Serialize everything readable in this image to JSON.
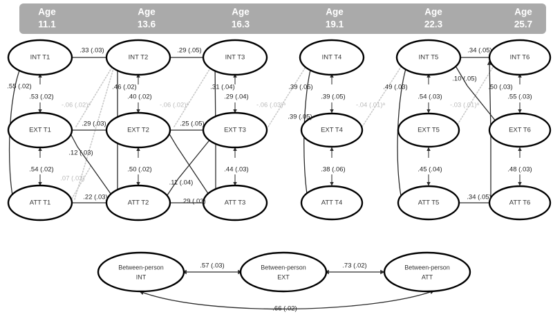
{
  "figure": {
    "type": "path-diagram",
    "title": "Random-intercept cross-lagged panel model",
    "colors": {
      "age_band_bg": "#aaaaaa",
      "age_band_text": "#ffffff",
      "node_stroke": "#000000",
      "node_fill": "#ffffff",
      "path_solid": "#2b2b2b",
      "path_nonsignificant": "#c8c8c8",
      "coefficient_text": "#222222",
      "coefficient_ns_text": "#bbbbbb"
    }
  },
  "age_band": {
    "label_prefix": "Age",
    "waves": [
      {
        "wave": "T1",
        "age": "11.1"
      },
      {
        "wave": "T2",
        "age": "13.6"
      },
      {
        "wave": "T3",
        "age": "16.3"
      },
      {
        "wave": "T4",
        "age": "19.1"
      },
      {
        "wave": "T5",
        "age": "22.3"
      },
      {
        "wave": "T6",
        "age": "25.7"
      }
    ]
  },
  "within_person_nodes": [
    {
      "id": "int-t1",
      "label": "INT T1",
      "construct": "INT",
      "wave": "T1"
    },
    {
      "id": "int-t2",
      "label": "INT T2",
      "construct": "INT",
      "wave": "T2"
    },
    {
      "id": "int-t3",
      "label": "INT T3",
      "construct": "INT",
      "wave": "T3"
    },
    {
      "id": "int-t4",
      "label": "INT T4",
      "construct": "INT",
      "wave": "T4"
    },
    {
      "id": "int-t5",
      "label": "INT T5",
      "construct": "INT",
      "wave": "T5"
    },
    {
      "id": "int-t6",
      "label": "INT T6",
      "construct": "INT",
      "wave": "T6"
    },
    {
      "id": "ext-t1",
      "label": "EXT T1",
      "construct": "EXT",
      "wave": "T1"
    },
    {
      "id": "ext-t2",
      "label": "EXT T2",
      "construct": "EXT",
      "wave": "T2"
    },
    {
      "id": "ext-t3",
      "label": "EXT T3",
      "construct": "EXT",
      "wave": "T3"
    },
    {
      "id": "ext-t4",
      "label": "EXT T4",
      "construct": "EXT",
      "wave": "T4"
    },
    {
      "id": "ext-t5",
      "label": "EXT T5",
      "construct": "EXT",
      "wave": "T5"
    },
    {
      "id": "ext-t6",
      "label": "EXT T6",
      "construct": "EXT",
      "wave": "T6"
    },
    {
      "id": "att-t1",
      "label": "ATT T1",
      "construct": "ATT",
      "wave": "T1"
    },
    {
      "id": "att-t2",
      "label": "ATT T2",
      "construct": "ATT",
      "wave": "T2"
    },
    {
      "id": "att-t3",
      "label": "ATT T3",
      "construct": "ATT",
      "wave": "T3"
    },
    {
      "id": "att-t4",
      "label": "ATT T4",
      "construct": "ATT",
      "wave": "T4"
    },
    {
      "id": "att-t5",
      "label": "ATT T5",
      "construct": "ATT",
      "wave": "T5"
    },
    {
      "id": "att-t6",
      "label": "ATT T6",
      "construct": "ATT",
      "wave": "T6"
    }
  ],
  "between_person_nodes": [
    {
      "id": "bp-int",
      "line1": "Between-person",
      "line2": "INT"
    },
    {
      "id": "bp-ext",
      "line1": "Between-person",
      "line2": "EXT"
    },
    {
      "id": "bp-att",
      "line1": "Between-person",
      "line2": "ATT"
    }
  ],
  "coefficients": {
    "autoregressive_int": [
      {
        "id": "int-t1-t2",
        "from": "INT T1",
        "to": "INT T2",
        "value": ".33 (.03)",
        "significant": true
      },
      {
        "id": "int-t2-t3",
        "from": "INT T2",
        "to": "INT T3",
        "value": ".29 (.05)",
        "significant": true
      },
      {
        "id": "int-t5-t6",
        "from": "INT T5",
        "to": "INT T6",
        "value": ".34 (.05)",
        "significant": true
      }
    ],
    "autoregressive_ext": [
      {
        "id": "ext-t1-t2",
        "from": "EXT T1",
        "to": "EXT T2",
        "value": ".29 (.03)",
        "significant": true
      },
      {
        "id": "ext-t2-t3",
        "from": "EXT T2",
        "to": "EXT T3",
        "value": ".25 (.05)",
        "significant": true
      }
    ],
    "autoregressive_att": [
      {
        "id": "att-t1-t2",
        "from": "ATT T1",
        "to": "ATT T2",
        "value": ".22 (.03)",
        "significant": true
      },
      {
        "id": "att-t2-t3",
        "from": "ATT T2",
        "to": "ATT T3",
        "value": ".29 (.03)",
        "significant": true
      },
      {
        "id": "att-t5-t6",
        "from": "ATT T5",
        "to": "ATT T6",
        "value": ".34 (.05)",
        "significant": true
      }
    ],
    "cross_lagged": [
      {
        "id": "ext-t1-to-int-t2",
        "from": "EXT T1",
        "to": "INT T2",
        "value": ".46 (.02)",
        "significant": true
      },
      {
        "id": "ext-t2-to-int-t3",
        "from": "EXT T2",
        "to": "INT T3",
        "value": ".31 (.04)",
        "significant": true
      },
      {
        "id": "att-t3-to-int-t4",
        "from": "ATT T3",
        "to": "INT T4",
        "value": ".39 (.05)",
        "significant": true
      },
      {
        "id": "att-t4-to-int-t5",
        "from": "ATT T4",
        "to": "INT T5",
        "value": ".49 (.03)",
        "significant": true
      },
      {
        "id": "att-t5-to-int-t6",
        "from": "ATT T5",
        "to": "INT T6",
        "value": ".50 (.03)",
        "significant": true
      },
      {
        "id": "ext-t1-to-att-t2",
        "from": "EXT T1",
        "to": "ATT T2",
        "value": ".12 (.03)",
        "significant": true
      },
      {
        "id": "ext-t2-to-att-t3",
        "from": "EXT T2",
        "to": "ATT T3",
        "value": ".11 (.04)",
        "significant": true
      },
      {
        "id": "int-t5-to-ext-t6",
        "from": "INT T5",
        "to": "EXT T6",
        "value": ".10 (.05)",
        "significant": true
      },
      {
        "id": "att-t1-to-int-t1-cov",
        "from": "ATT T1",
        "to": "INT T1",
        "value": ".55 (.02)",
        "significant": true
      }
    ],
    "int_ext_within": [
      {
        "id": "int-ext-t1",
        "between": "INT T1 - EXT T1",
        "value": ".53 (.02)",
        "significant": true
      },
      {
        "id": "int-ext-t2",
        "between": "INT T2 - EXT T2",
        "value": ".40 (.02)",
        "significant": true
      },
      {
        "id": "int-ext-t3",
        "between": "INT T3 - EXT T3",
        "value": ".29 (.04)",
        "significant": true
      },
      {
        "id": "int-ext-t4",
        "between": "INT T4 - EXT T4",
        "value": ".39 (.05)",
        "significant": true
      },
      {
        "id": "int-ext-t5",
        "between": "INT T5 - EXT T5",
        "value": ".54 (.03)",
        "significant": true
      },
      {
        "id": "int-ext-t6",
        "between": "INT T6 - EXT T6",
        "value": ".55 (.03)",
        "significant": true
      }
    ],
    "ext_att_within": [
      {
        "id": "ext-att-t1",
        "between": "EXT T1 - ATT T1",
        "value": ".54 (.02)",
        "significant": true
      },
      {
        "id": "ext-att-t2",
        "between": "EXT T2 - ATT T2",
        "value": ".50 (.02)",
        "significant": true
      },
      {
        "id": "ext-att-t3",
        "between": "EXT T3 - ATT T3",
        "value": ".44 (.03)",
        "significant": true
      },
      {
        "id": "ext-att-t4",
        "between": "EXT T4 - ATT T4",
        "value": ".38 (.06)",
        "significant": true
      },
      {
        "id": "ext-att-t5",
        "between": "EXT T5 - ATT T5",
        "value": ".45 (.04)",
        "significant": true
      },
      {
        "id": "ext-att-t6",
        "between": "EXT T6 - ATT T6",
        "value": ".48 (.03)",
        "significant": true
      }
    ],
    "nonsignificant": [
      {
        "id": "ns-t1-t2-a",
        "value": "-.06 (.02)ᵃ",
        "significant": false
      },
      {
        "id": "ns-t2-t3-a",
        "value": "-.06 (.02)ᵃ",
        "significant": false
      },
      {
        "id": "ns-t3-t4-a",
        "value": "-.06 (.03)ᵃ",
        "significant": false
      },
      {
        "id": "ns-t4-t5-a",
        "value": "-.04 (.01)ᵃ",
        "significant": false
      },
      {
        "id": "ns-t5-t6-a",
        "value": "-.03 (.01)ᵃ",
        "significant": false
      },
      {
        "id": "ns-att-t1-t2",
        "value": ".07 (.03)",
        "significant": false
      }
    ],
    "extra_int": [
      {
        "id": "int-t4-ext-t4-alt",
        "value": ".39 (.05)",
        "significant": true
      }
    ],
    "between_person": [
      {
        "id": "bp-int-ext",
        "from": "Between-person INT",
        "to": "Between-person EXT",
        "value": ".57 (.03)",
        "significant": true
      },
      {
        "id": "bp-ext-att",
        "from": "Between-person EXT",
        "to": "Between-person ATT",
        "value": ".73 (.02)",
        "significant": true
      },
      {
        "id": "bp-int-att",
        "from": "Between-person INT",
        "to": "Between-person ATT",
        "value": ".66 (.02)",
        "significant": true
      }
    ]
  }
}
